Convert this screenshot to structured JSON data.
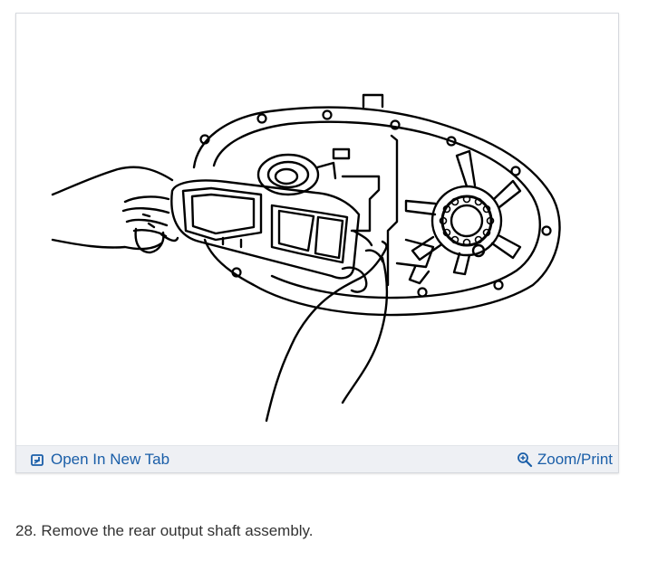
{
  "figure": {
    "illustration": "rear-output-shaft-removal-illustration",
    "toolbar": {
      "open_tab_label": "Open In New Tab",
      "open_tab_icon": "open-in-new-tab-icon",
      "zoom_label": "Zoom/Print",
      "zoom_icon": "zoom-icon",
      "link_color": "#1a5ea8"
    }
  },
  "step": {
    "text": "28. Remove the rear output shaft assembly."
  }
}
